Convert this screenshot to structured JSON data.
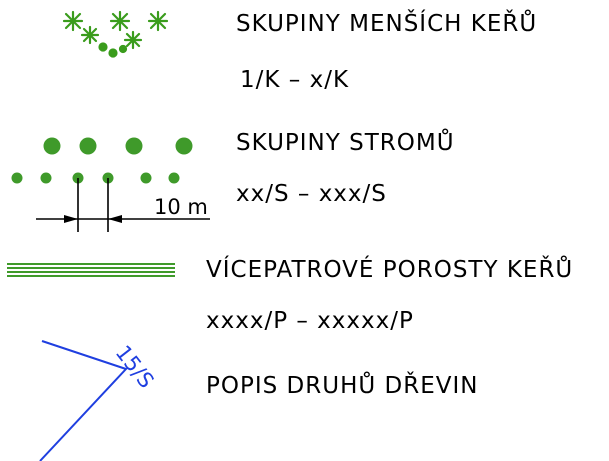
{
  "legend": {
    "shrubs": {
      "title": "SKUPINY MENŠÍCH KEŘŮ",
      "code": "1/K – x/K",
      "symbol_icon": "shrub-cluster-icon",
      "color": "#3a9c1c"
    },
    "trees": {
      "title": "SKUPINY STROMŮ",
      "code": "xx/S – xxx/S",
      "symbol_icon": "tree-group-icon",
      "color": "#3f9a2a",
      "dimension_label": "10 m"
    },
    "multi_layer": {
      "title": "VÍCEPATROVÉ POROSTY KEŘŮ",
      "code": "xxxx/P – xxxxx/P",
      "symbol_icon": "multi-layer-hatch-icon",
      "color": "#3f9a2a"
    },
    "species": {
      "title": "POPIS DRUHŮ DŘEVIN",
      "leader_label": "15/S",
      "symbol_icon": "leader-line-icon",
      "color": "#1f3fe0"
    }
  }
}
